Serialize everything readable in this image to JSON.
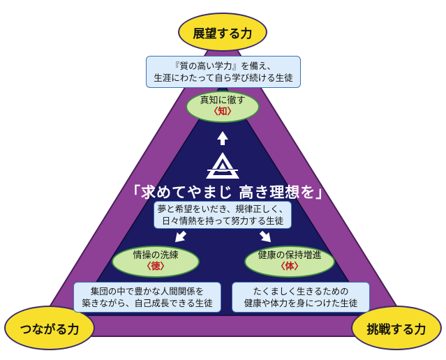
{
  "powers": {
    "top": "展望する力",
    "left": "つながる力",
    "right": "挑戦する力"
  },
  "top_box": {
    "line1": "『質の高い学力』を備え、",
    "line2": "生涯にわたって自ら学び続ける生徒"
  },
  "knowledge": {
    "label": "真知に徹す",
    "sub": "〈知〉"
  },
  "slogan": "「求めてやまじ 高き理想を」",
  "center_box": {
    "line1": "夢と希望をいだき、規律正しく、",
    "line2": "日々情熱を持って努力する生徒"
  },
  "virtue": {
    "label": "情操の洗練",
    "sub": "〈徳〉"
  },
  "health": {
    "label": "健康の保持増進",
    "sub": "〈体〉"
  },
  "left_box": {
    "line1": "集団の中で豊かな人間関係を",
    "line2": "築きながら、自己成長できる生徒"
  },
  "right_box": {
    "line1": "たくましく生きるための",
    "line2": "健康や体力を身につけた生徒"
  },
  "colors": {
    "outer_triangle": "#8e3f96",
    "inner_triangle": "#1c1a63",
    "yellow": "#f7df2c",
    "green": "#cde8a6",
    "box": "#dcecfa",
    "accent_red": "#c0111e"
  }
}
